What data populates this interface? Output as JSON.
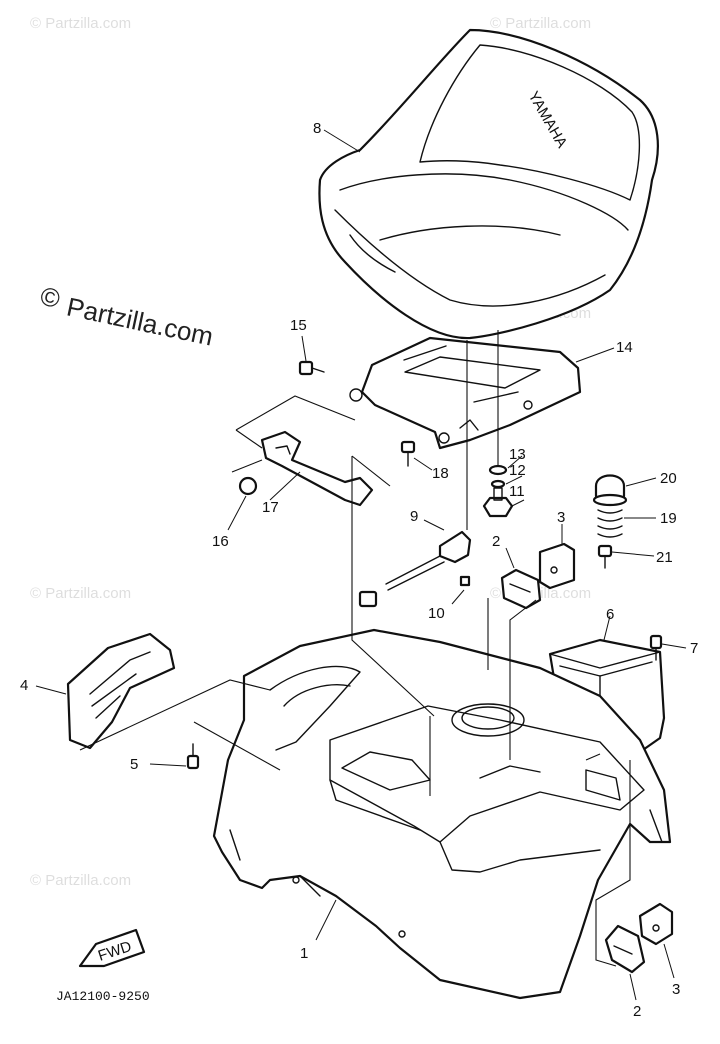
{
  "diagram": {
    "brand_text": "YAMAHA",
    "fwd_label": "FWD",
    "drawing_code": "JA12100-9250",
    "copyright_symbol": "©",
    "watermark_text": "Partzilla.com",
    "watermark_faint_text": "© Partzilla.com"
  },
  "callouts": {
    "c1": "1",
    "c2a": "2",
    "c2b": "2",
    "c3a": "3",
    "c3b": "3",
    "c4": "4",
    "c5": "5",
    "c6": "6",
    "c7": "7",
    "c8": "8",
    "c9": "9",
    "c10": "10",
    "c11": "11",
    "c12": "12",
    "c13": "13",
    "c14": "14",
    "c15": "15",
    "c16": "16",
    "c17": "17",
    "c18": "18",
    "c19": "19",
    "c20": "20",
    "c21": "21"
  }
}
